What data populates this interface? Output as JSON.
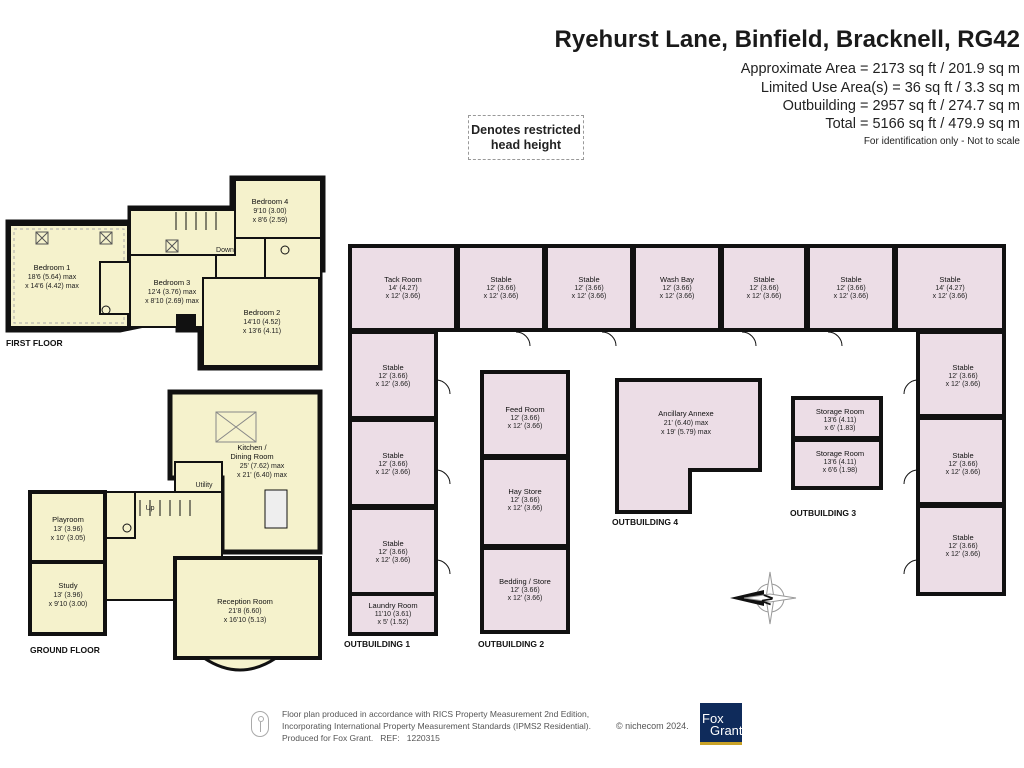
{
  "header": {
    "title": "Ryehurst Lane, Binfield, Bracknell, RG42",
    "areas": [
      "Approximate Area = 2173 sq ft / 201.9 sq m",
      "Limited Use Area(s) = 36 sq ft / 3.3 sq m",
      "Outbuilding = 2957 sq ft / 274.7 sq m",
      "Total = 5166 sq ft / 479.9 sq m"
    ],
    "note": "For identification only - Not to scale"
  },
  "legend": {
    "restricted_line1": "Denotes restricted",
    "restricted_line2": "head height"
  },
  "floors": {
    "first": "FIRST FLOOR",
    "ground": "GROUND FLOOR",
    "ob1": "OUTBUILDING 1",
    "ob2": "OUTBUILDING 2",
    "ob3": "OUTBUILDING 3",
    "ob4": "OUTBUILDING 4"
  },
  "rooms": {
    "bedroom1": {
      "name": "Bedroom 1",
      "d1": "18'6 (5.64) max",
      "d2": "x 14'6 (4.42) max"
    },
    "bedroom3": {
      "name": "Bedroom 3",
      "d1": "12'4 (3.76) max",
      "d2": "x 8'10 (2.69) max"
    },
    "bedroom4": {
      "name": "Bedroom 4",
      "d1": "9'10 (3.00)",
      "d2": "x 8'6 (2.59)"
    },
    "bedroom2": {
      "name": "Bedroom 2",
      "d1": "14'10 (4.52)",
      "d2": "x 13'6 (4.11)"
    },
    "down": "Down",
    "kitchen": {
      "name": "Kitchen /",
      "name2": "Dining Room",
      "d1": "25' (7.62) max",
      "d2": "x 21' (6.40) max"
    },
    "utility": "Utility",
    "up": "Up",
    "playroom": {
      "name": "Playroom",
      "d1": "13' (3.96)",
      "d2": "x 10' (3.05)"
    },
    "study": {
      "name": "Study",
      "d1": "13' (3.96)",
      "d2": "x 9'10 (3.00)"
    },
    "reception": {
      "name": "Reception Room",
      "d1": "21'8 (6.60)",
      "d2": "x 16'10 (5.13)"
    },
    "tack": {
      "name": "Tack Room",
      "d1": "14' (4.27)",
      "d2": "x 12' (3.66)"
    },
    "stable_top1": {
      "name": "Stable",
      "d1": "12' (3.66)",
      "d2": "x 12' (3.66)"
    },
    "stable_top2": {
      "name": "Stable",
      "d1": "12' (3.66)",
      "d2": "x 12' (3.66)"
    },
    "washbay": {
      "name": "Wash Bay",
      "d1": "12' (3.66)",
      "d2": "x 12' (3.66)"
    },
    "stable_top3": {
      "name": "Stable",
      "d1": "12' (3.66)",
      "d2": "x 12' (3.66)"
    },
    "stable_top4": {
      "name": "Stable",
      "d1": "12' (3.66)",
      "d2": "x 12' (3.66)"
    },
    "stable_top5": {
      "name": "Stable",
      "d1": "14' (4.27)",
      "d2": "x 12' (3.66)"
    },
    "stable_l1": {
      "name": "Stable",
      "d1": "12' (3.66)",
      "d2": "x 12' (3.66)"
    },
    "stable_l2": {
      "name": "Stable",
      "d1": "12' (3.66)",
      "d2": "x 12' (3.66)"
    },
    "stable_l3": {
      "name": "Stable",
      "d1": "12' (3.66)",
      "d2": "x 12' (3.66)"
    },
    "laundry": {
      "name": "Laundry Room",
      "d1": "11'10 (3.61)",
      "d2": "x 5' (1.52)"
    },
    "feed": {
      "name": "Feed Room",
      "d1": "12' (3.66)",
      "d2": "x 12' (3.66)"
    },
    "hay": {
      "name": "Hay Store",
      "d1": "12' (3.66)",
      "d2": "x 12' (3.66)"
    },
    "bedding": {
      "name": "Bedding / Store",
      "d1": "12' (3.66)",
      "d2": "x 12' (3.66)"
    },
    "annexe": {
      "name": "Ancillary Annexe",
      "d1": "21' (6.40) max",
      "d2": "x 19' (5.79) max"
    },
    "storage1": {
      "name": "Storage Room",
      "d1": "13'6 (4.11)",
      "d2": "x 6' (1.83)"
    },
    "storage2": {
      "name": "Storage Room",
      "d1": "13'6 (4.11)",
      "d2": "x 6'6 (1.98)"
    },
    "stable_r1": {
      "name": "Stable",
      "d1": "12' (3.66)",
      "d2": "x 12' (3.66)"
    },
    "stable_r2": {
      "name": "Stable",
      "d1": "12' (3.66)",
      "d2": "x 12' (3.66)"
    },
    "stable_r3": {
      "name": "Stable",
      "d1": "12' (3.66)",
      "d2": "x 12' (3.66)"
    }
  },
  "compass": "N",
  "footer": {
    "line1": "Floor plan produced in accordance with RICS Property Measurement 2nd Edition,",
    "line2": "Incorporating International Property Measurement Standards (IPMS2 Residential).",
    "line3": "Produced for Fox Grant.",
    "ref_label": "REF:",
    "ref": "1220315",
    "copyright": "© nichecom 2024.",
    "logo1": "Fox",
    "logo2": "Grant"
  },
  "colors": {
    "house_fill": "#f5f2cc",
    "outbuilding_fill": "#ecdde6",
    "wall": "#111111"
  }
}
